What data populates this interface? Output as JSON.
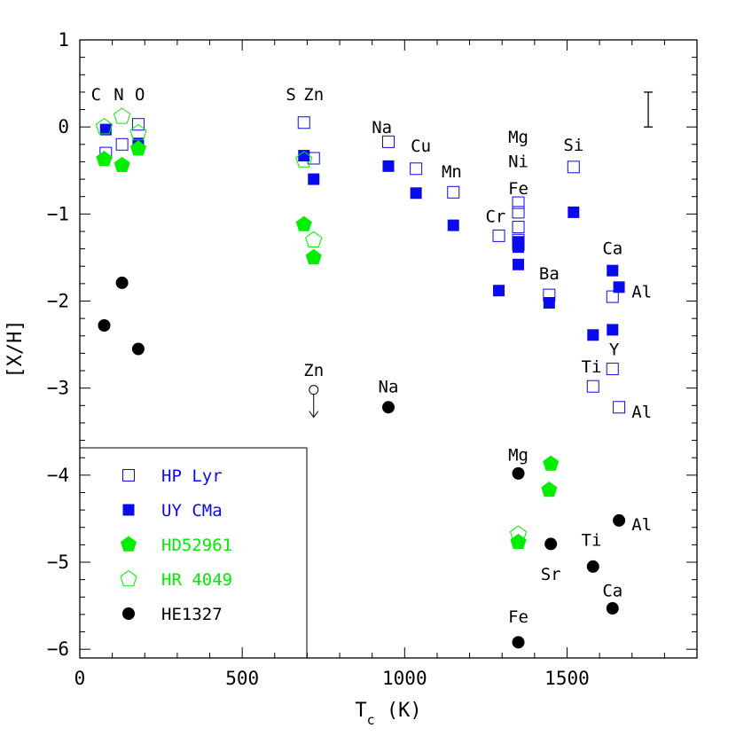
{
  "colors": {
    "blue": "#0a0aee",
    "green": "#00ee00",
    "black": "#000000"
  },
  "axes": {
    "xlabel_main": "T",
    "xlabel_sub": "c",
    "xlabel_unit": " (K)",
    "ylabel": "[X/H]",
    "xticks": [
      "0",
      "500",
      "1000",
      "1500"
    ],
    "yticks": [
      "1",
      "0",
      "−1",
      "−2",
      "−3",
      "−4",
      "−5",
      "−6"
    ]
  },
  "chart_data": {
    "type": "scatter",
    "title": "",
    "xlabel": "Tc (K)",
    "ylabel": "[X/H]",
    "xlim": [
      0,
      1900
    ],
    "ylim": [
      -6.1,
      1.0
    ],
    "grid": false,
    "legend_placement": "bottom-left",
    "series": [
      {
        "name": "HP Lyr",
        "marker": "square-open",
        "color": "#0a0aee",
        "x": [
          80,
          130,
          180,
          690,
          720,
          950,
          1035,
          1150,
          1290,
          1350,
          1350,
          1350,
          1350,
          1350,
          1445,
          1520,
          1640,
          1640,
          1660,
          1580
        ],
        "y": [
          -0.3,
          -0.2,
          0.03,
          0.05,
          -0.36,
          -0.17,
          -0.48,
          -0.75,
          -1.25,
          -0.87,
          -0.98,
          -1.15,
          -1.3,
          -1.35,
          -1.93,
          -0.46,
          -1.95,
          -2.78,
          -3.22,
          -2.98
        ]
      },
      {
        "name": "UY CMa",
        "marker": "square-filled",
        "color": "#0a0aee",
        "x": [
          80,
          180,
          690,
          720,
          950,
          1035,
          1150,
          1290,
          1350,
          1350,
          1350,
          1445,
          1520,
          1580,
          1640,
          1640,
          1660
        ],
        "y": [
          -0.03,
          -0.19,
          -0.33,
          -0.6,
          -0.45,
          -0.76,
          -1.13,
          -1.88,
          -1.32,
          -1.38,
          -1.58,
          -2.02,
          -0.98,
          -2.39,
          -1.65,
          -2.33,
          -1.84
        ]
      },
      {
        "name": "HD52961",
        "marker": "pentagon-filled",
        "color": "#00ee00",
        "x": [
          75,
          130,
          180,
          690,
          720,
          1350,
          1450,
          1445
        ],
        "y": [
          -0.37,
          -0.44,
          -0.25,
          -1.12,
          -1.5,
          -4.77,
          -3.87,
          -4.17
        ]
      },
      {
        "name": "HR 4049",
        "marker": "pentagon-open",
        "color": "#00ee00",
        "x": [
          75,
          130,
          180,
          690,
          720,
          1350
        ],
        "y": [
          0.0,
          0.12,
          -0.07,
          -0.38,
          -1.3,
          -4.68
        ]
      },
      {
        "name": "HE1327",
        "marker": "circle-filled",
        "color": "#000000",
        "x": [
          75,
          130,
          180,
          950,
          1350,
          1450,
          1580,
          1640,
          1660,
          1350
        ],
        "y": [
          -2.28,
          -1.79,
          -2.55,
          -3.22,
          -3.98,
          -4.79,
          -5.05,
          -5.53,
          -4.52,
          -5.92
        ]
      }
    ],
    "upper_limit": {
      "element": "Zn",
      "x": 720,
      "y": -3.02,
      "marker": "circle-open-arrow-down",
      "color": "#000000"
    },
    "error_bar": {
      "x": 1750,
      "y_low": 0.0,
      "y_high": 0.4
    },
    "annotations": [
      {
        "text": "C",
        "x": 50,
        "y": 0.38
      },
      {
        "text": "N",
        "x": 120,
        "y": 0.38
      },
      {
        "text": "O",
        "x": 185,
        "y": 0.38
      },
      {
        "text": "S",
        "x": 650,
        "y": 0.38
      },
      {
        "text": "Zn",
        "x": 720,
        "y": 0.38
      },
      {
        "text": "Na",
        "x": 930,
        "y": 0.0
      },
      {
        "text": "Cu",
        "x": 1050,
        "y": -0.21
      },
      {
        "text": "Mn",
        "x": 1145,
        "y": -0.51
      },
      {
        "text": "Mg",
        "x": 1350,
        "y": -0.11
      },
      {
        "text": "Ni",
        "x": 1350,
        "y": -0.39
      },
      {
        "text": "Fe",
        "x": 1350,
        "y": -0.7
      },
      {
        "text": "Cr",
        "x": 1280,
        "y": -1.02
      },
      {
        "text": "Si",
        "x": 1520,
        "y": -0.2
      },
      {
        "text": "Ca",
        "x": 1640,
        "y": -1.39
      },
      {
        "text": "Ba",
        "x": 1445,
        "y": -1.68
      },
      {
        "text": "Al",
        "x": 1730,
        "y": -1.89
      },
      {
        "text": "Y",
        "x": 1645,
        "y": -2.55
      },
      {
        "text": "Ti",
        "x": 1575,
        "y": -2.75
      },
      {
        "text": "Al",
        "x": 1730,
        "y": -3.27
      },
      {
        "text": "Zn",
        "x": 720,
        "y": -2.79
      },
      {
        "text": "Na",
        "x": 950,
        "y": -2.98
      },
      {
        "text": "Mg",
        "x": 1350,
        "y": -3.76
      },
      {
        "text": "Al",
        "x": 1730,
        "y": -4.56
      },
      {
        "text": "Ti",
        "x": 1575,
        "y": -4.74
      },
      {
        "text": "Sr",
        "x": 1450,
        "y": -5.13
      },
      {
        "text": "Ca",
        "x": 1640,
        "y": -5.32
      },
      {
        "text": "Fe",
        "x": 1350,
        "y": -5.62
      }
    ]
  }
}
